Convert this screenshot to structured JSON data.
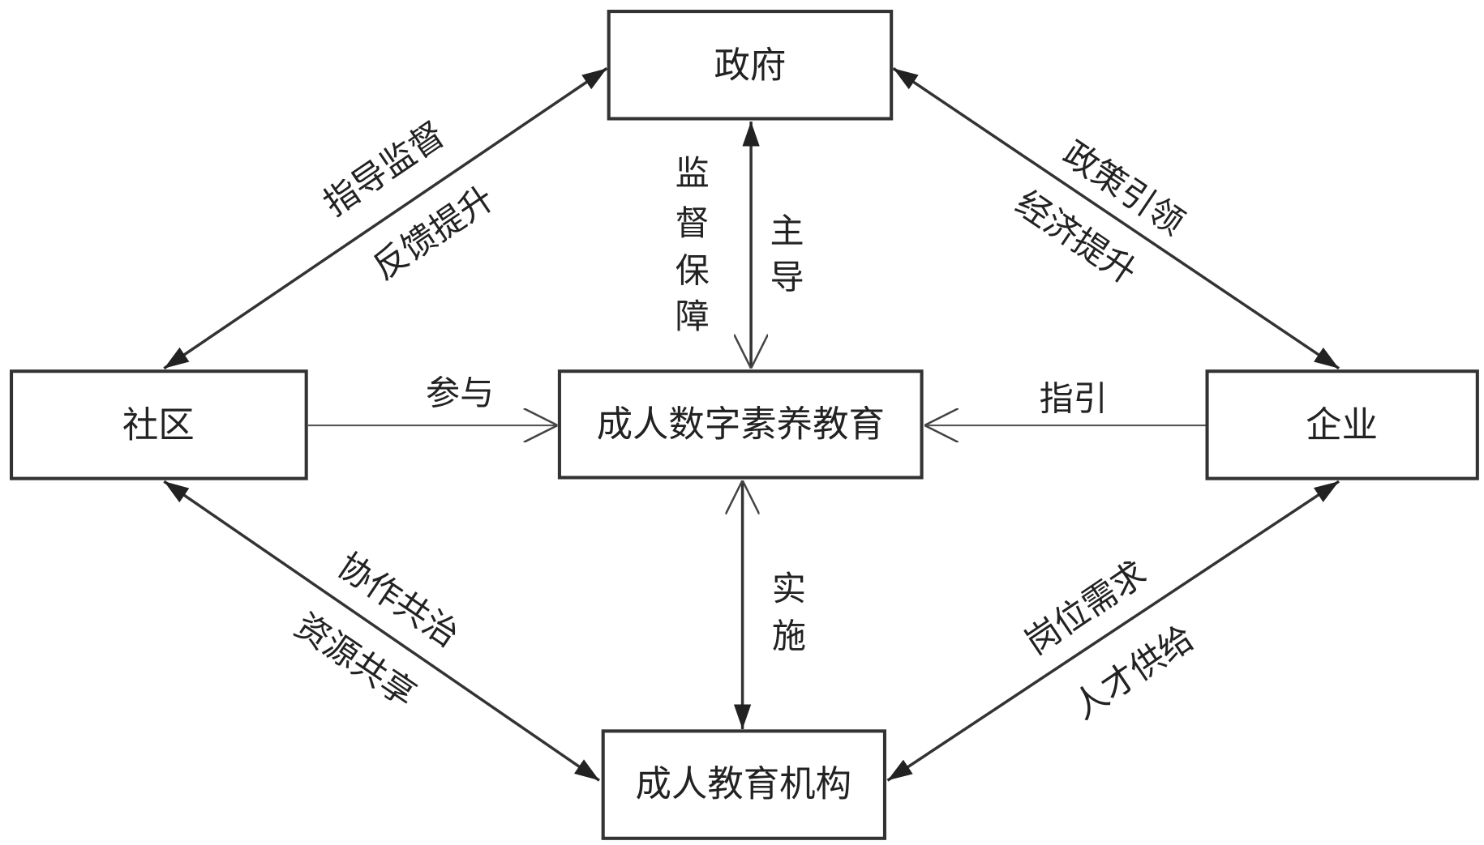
{
  "nodes": {
    "government": "政府",
    "community": "社区",
    "center": "成人数字素养教育",
    "enterprise": "企业",
    "institution": "成人教育机构"
  },
  "labels": {
    "gov_comm_1": "指导监督",
    "gov_comm_2": "反馈提升",
    "gov_ent_1": "政策引领",
    "gov_ent_2": "经济提升",
    "comm_inst_1": "协作共治",
    "comm_inst_2": "资源共享",
    "ent_inst_1": "岗位需求",
    "ent_inst_2": "人才供给",
    "gov_center_left": [
      "监",
      "督",
      "保",
      "障"
    ],
    "gov_center_right": [
      "主",
      "导"
    ],
    "inst_center": [
      "实",
      "施"
    ],
    "comm_center": "参与",
    "ent_center": "指引"
  },
  "colors": {
    "line": "#333333",
    "background": "#ffffff"
  }
}
